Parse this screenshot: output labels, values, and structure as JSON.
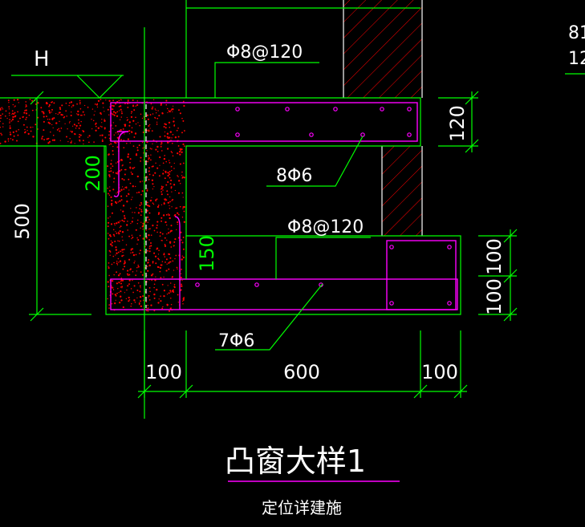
{
  "drawing": {
    "title": "凸窗大样1",
    "subtitle": "定位详建施",
    "level_mark": "H",
    "corner_partial_top": "81",
    "corner_partial_bottom": "12",
    "rebar_top_note": "Φ8@120",
    "rebar_top_long": "8Φ6",
    "rebar_mid_note": "Φ8@120",
    "rebar_bottom_long": "7Φ6",
    "dim_left_height": "500",
    "dim_left_200": "200",
    "dim_150": "150",
    "dim_right_120": "120",
    "dim_right_100a": "100",
    "dim_right_100b": "100",
    "dim_bottom_100_left": "100",
    "dim_bottom_600": "600",
    "dim_bottom_100_right": "100"
  },
  "colors": {
    "background": "#000000",
    "dimension_lines": "#00ff00",
    "rebar": "#ff00ff",
    "hatch": "#ff0000",
    "text": "#ffffff"
  }
}
